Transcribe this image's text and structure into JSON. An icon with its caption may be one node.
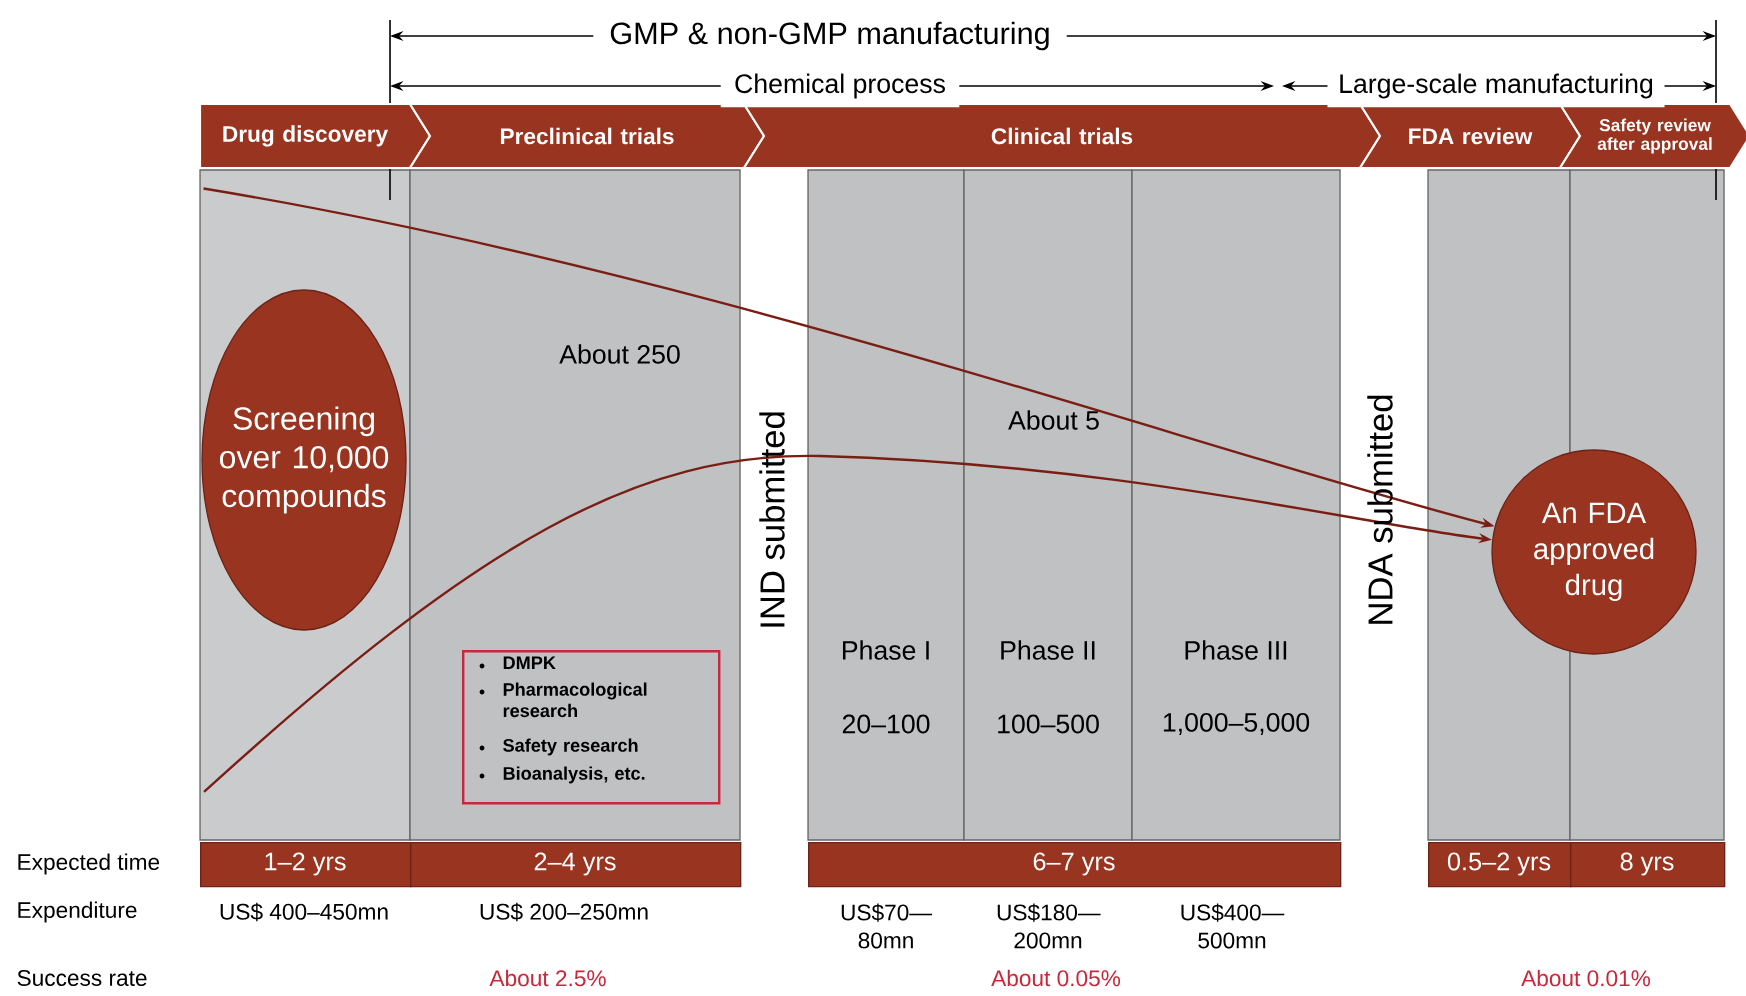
{
  "diagram": {
    "nodes": [
      {
        "text": [
          "Drug discovery"
        ]
      },
      {
        "text": [
          "Preclinical trials"
        ]
      },
      {
        "text": [
          "Clinical trials"
        ]
      },
      {
        "text": [
          "FDA review"
        ]
      },
      {
        "text": [
          "Safety review after approval"
        ]
      },
      {
        "text": [
          "Screening over 10,000 compounds"
        ]
      },
      {
        "text": [
          "DMPK",
          "Pharmacological research",
          "Safety research",
          "Bioanalysis, etc."
        ]
      },
      {
        "text": [
          "An FDA approved drug"
        ]
      },
      {
        "text": [
          "1–2 yrs"
        ]
      },
      {
        "text": [
          "2–4 yrs"
        ]
      },
      {
        "text": [
          "6–7 yrs"
        ]
      },
      {
        "text": [
          "0.5–2 yrs"
        ]
      },
      {
        "text": [
          "8 yrs"
        ]
      }
    ],
    "edges": [
      {
        "from": 0,
        "to": 7,
        "arrow": "to"
      },
      {
        "from": null,
        "to": 7,
        "arrow": "to"
      }
    ],
    "labels": [
      "GMP & non-GMP manufacturing",
      "Chemical process",
      "Large-scale manufacturing",
      "About 250",
      "About 5",
      "IND submitted",
      "NDA submitted",
      "Phase I",
      "Phase II",
      "Phase III",
      "20–100",
      "100–500",
      "1,000–5,000",
      "Expected time",
      "Expenditure",
      "US$ 400–450mn",
      "US$ 200–250mn",
      "US$70—80mn",
      "US$180—200mn",
      "US$400—500mn",
      "Success rate",
      "About 2.5%",
      "About 0.05%",
      "About 0.01%"
    ]
  }
}
